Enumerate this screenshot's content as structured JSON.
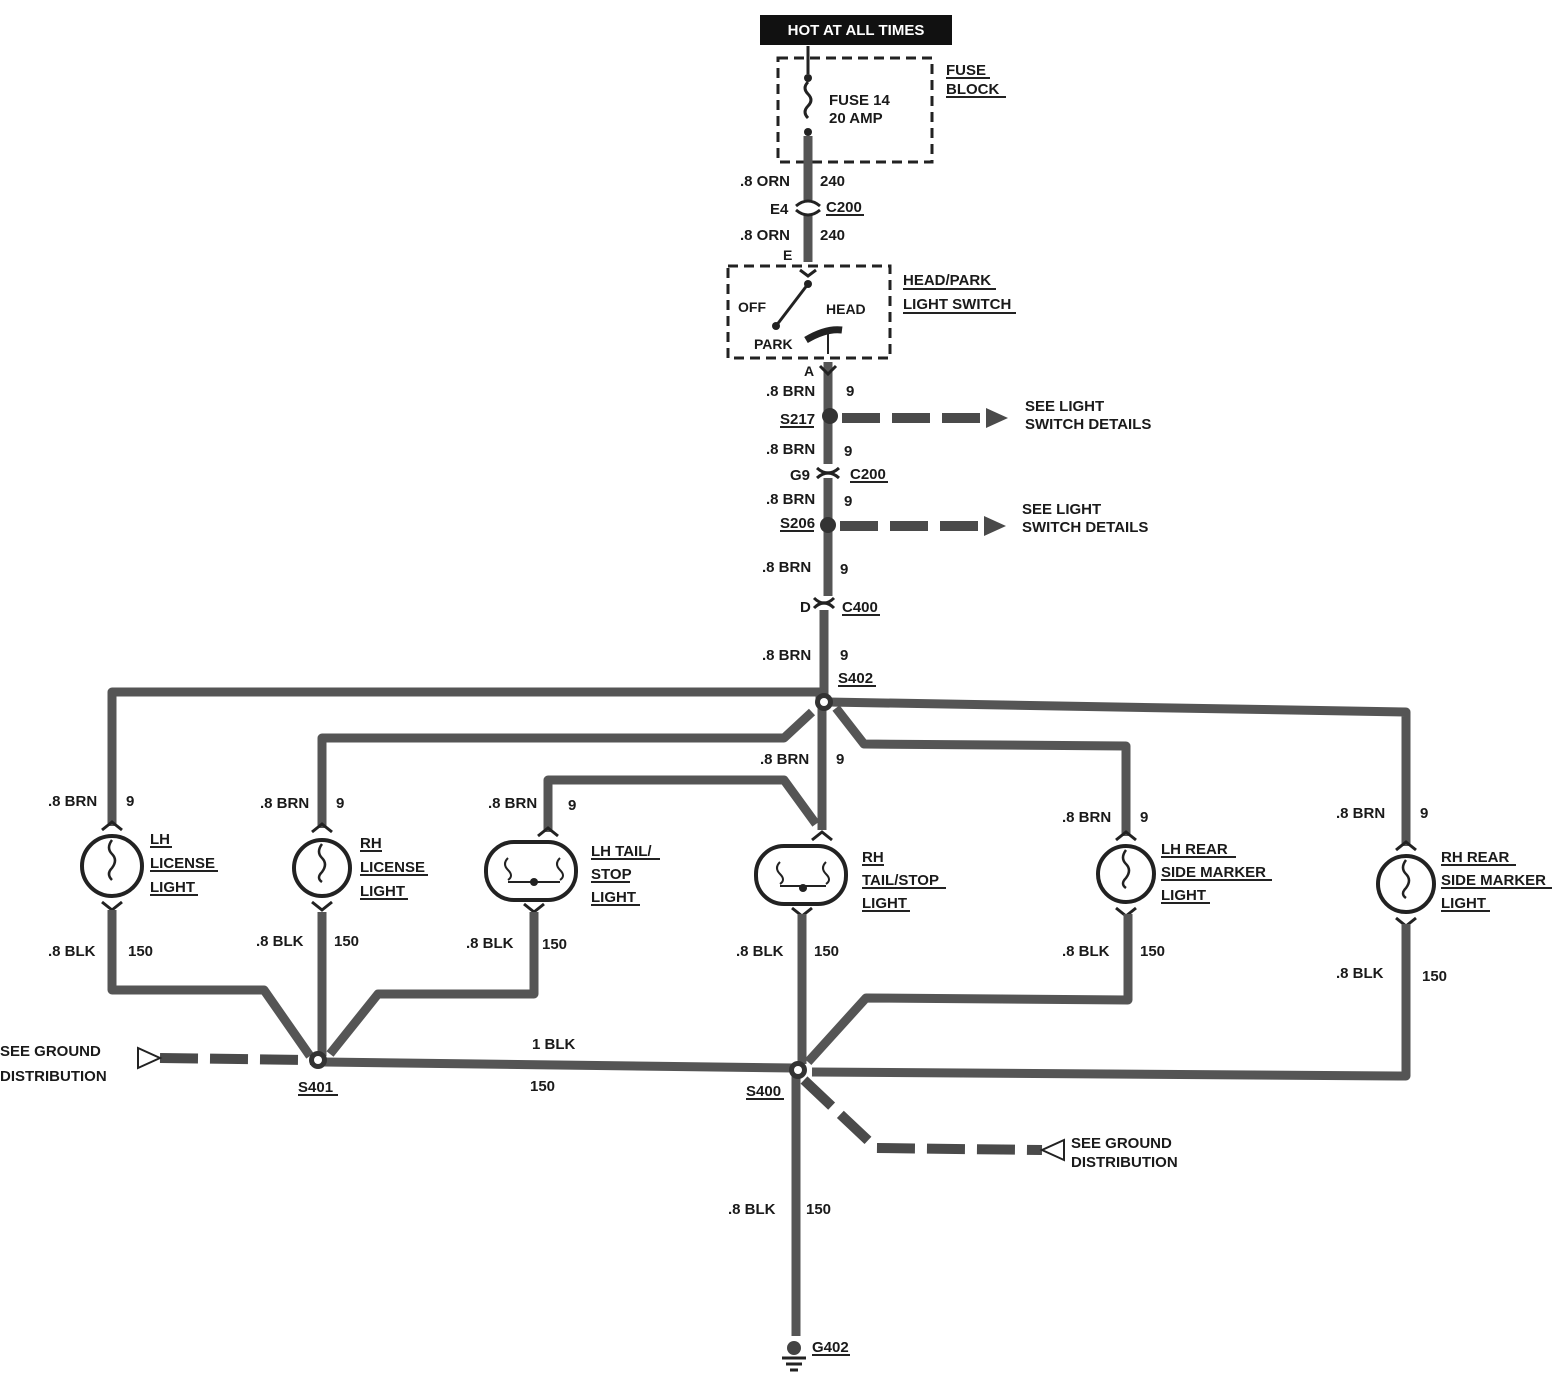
{
  "power": {
    "hot_label": "HOT AT ALL TIMES"
  },
  "fuse_block": {
    "name_line1": "FUSE",
    "name_line2": "BLOCK",
    "fuse_line1": "FUSE  14",
    "fuse_line2": "20  AMP"
  },
  "wires": {
    "orn_size": ".8 ORN",
    "circuit_240": "240",
    "brn_size": ".8 BRN",
    "circuit_9": "9",
    "blk_size": ".8 BLK",
    "circuit_150": "150",
    "blk_1": "1 BLK"
  },
  "connectors": {
    "c200": "C200",
    "c200_pin_e4": "E4",
    "c200_pin_g9": "G9",
    "switch_pin_e": "E",
    "switch_pin_a": "A",
    "c400": "C400",
    "c400_pin_d": "D"
  },
  "switch": {
    "name_line1": "HEAD/PARK",
    "name_line2": "LIGHT SWITCH",
    "off": "OFF",
    "head": "HEAD",
    "park": "PARK"
  },
  "splices": {
    "s217": "S217",
    "s206": "S206",
    "s402": "S402",
    "s401": "S401",
    "s400": "S400"
  },
  "references": {
    "light_switch_line1": "SEE LIGHT",
    "light_switch_line2": "SWITCH DETAILS",
    "ground_line1": "SEE GROUND",
    "ground_line2": "DISTRIBUTION"
  },
  "lamps": {
    "lh_license": [
      "LH",
      "LICENSE",
      "LIGHT"
    ],
    "rh_license": [
      "RH",
      "LICENSE",
      "LIGHT"
    ],
    "lh_tail": [
      "LH TAIL/",
      "STOP",
      "LIGHT"
    ],
    "rh_tail": [
      "RH",
      "TAIL/STOP",
      "LIGHT"
    ],
    "lh_side": [
      "LH REAR",
      "SIDE MARKER",
      "LIGHT"
    ],
    "rh_side": [
      "RH REAR",
      "SIDE MARKER",
      "LIGHT"
    ]
  },
  "ground": {
    "g402": "G402"
  }
}
